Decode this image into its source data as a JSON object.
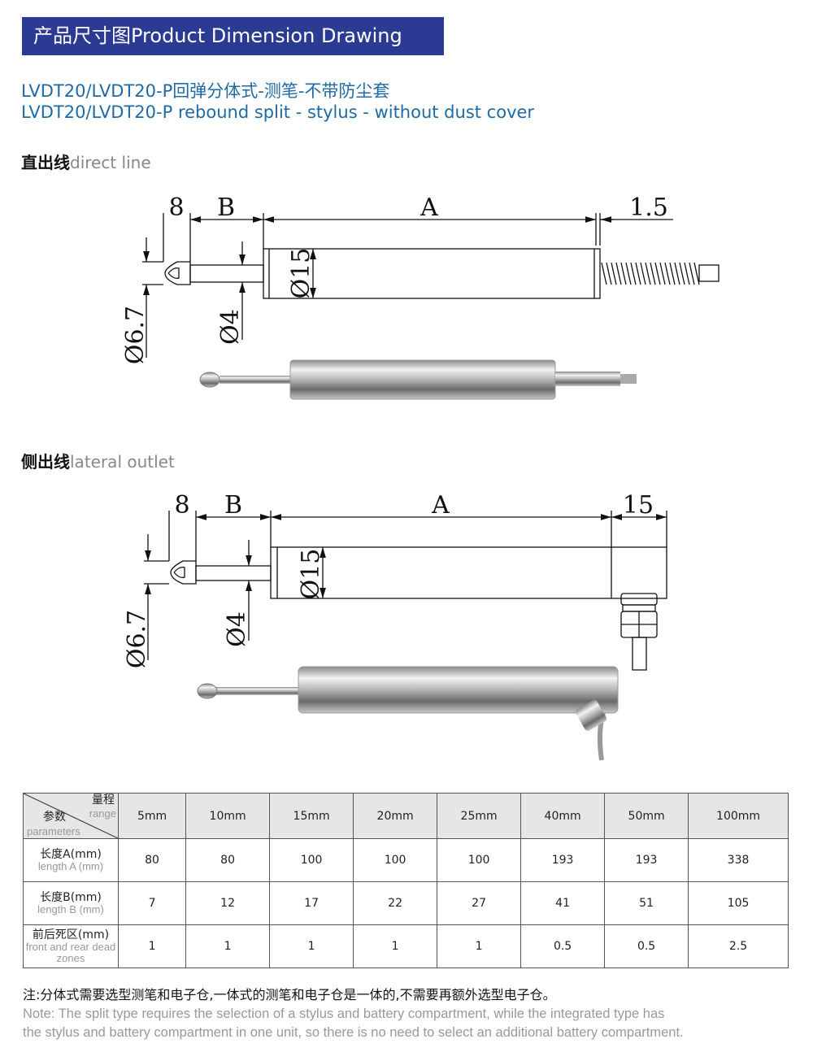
{
  "banner": {
    "title": "产品尺寸图Product Dimension Drawing",
    "color": "#2b3a92"
  },
  "subtitle": {
    "cn": "LVDT20/LVDT20-P回弹分体式-测笔-不带防尘套",
    "en": "LVDT20/LVDT20-P rebound split - stylus - without dust cover"
  },
  "section1": {
    "cn": "直出线",
    "en": "direct line",
    "dims": {
      "tip": "8",
      "b": "B",
      "a": "A",
      "end": "1.5",
      "body_dia": "Ø15",
      "tip_dia": "Ø6.7",
      "rod_dia": "Ø4"
    }
  },
  "section2": {
    "cn": "侧出线",
    "en": "lateral outlet",
    "dims": {
      "tip": "8",
      "b": "B",
      "a": "A",
      "end": "15",
      "body_dia": "Ø15",
      "tip_dia": "Ø6.7",
      "rod_dia": "Ø4"
    }
  },
  "table": {
    "corner": {
      "range_cn": "量程",
      "range_en": "range",
      "param_cn": "参数",
      "param_en": "parameters"
    },
    "columns": [
      "5mm",
      "10mm",
      "15mm",
      "20mm",
      "25mm",
      "40mm",
      "50mm",
      "100mm"
    ],
    "rows": [
      {
        "cn": "长度A(mm)",
        "en": "length A (mm)",
        "values": [
          "80",
          "80",
          "100",
          "100",
          "100",
          "193",
          "193",
          "338"
        ]
      },
      {
        "cn": "长度B(mm)",
        "en": "length B (mm)",
        "values": [
          "7",
          "12",
          "17",
          "22",
          "27",
          "41",
          "51",
          "105"
        ]
      },
      {
        "cn": "前后死区(mm)",
        "en": "front and rear dead zones",
        "values": [
          "1",
          "1",
          "1",
          "1",
          "1",
          "0.5",
          "0.5",
          "2.5"
        ]
      }
    ]
  },
  "note": {
    "cn": "注:分体式需要选型测笔和电子仓,一体式的测笔和电子仓是一体的,不需要再额外选型电子仓。",
    "en1": "Note: The split type requires the selection of a stylus and battery compartment, while the integrated type has",
    "en2": "the stylus and battery compartment in one unit, so there is no need to select an additional battery compartment."
  }
}
